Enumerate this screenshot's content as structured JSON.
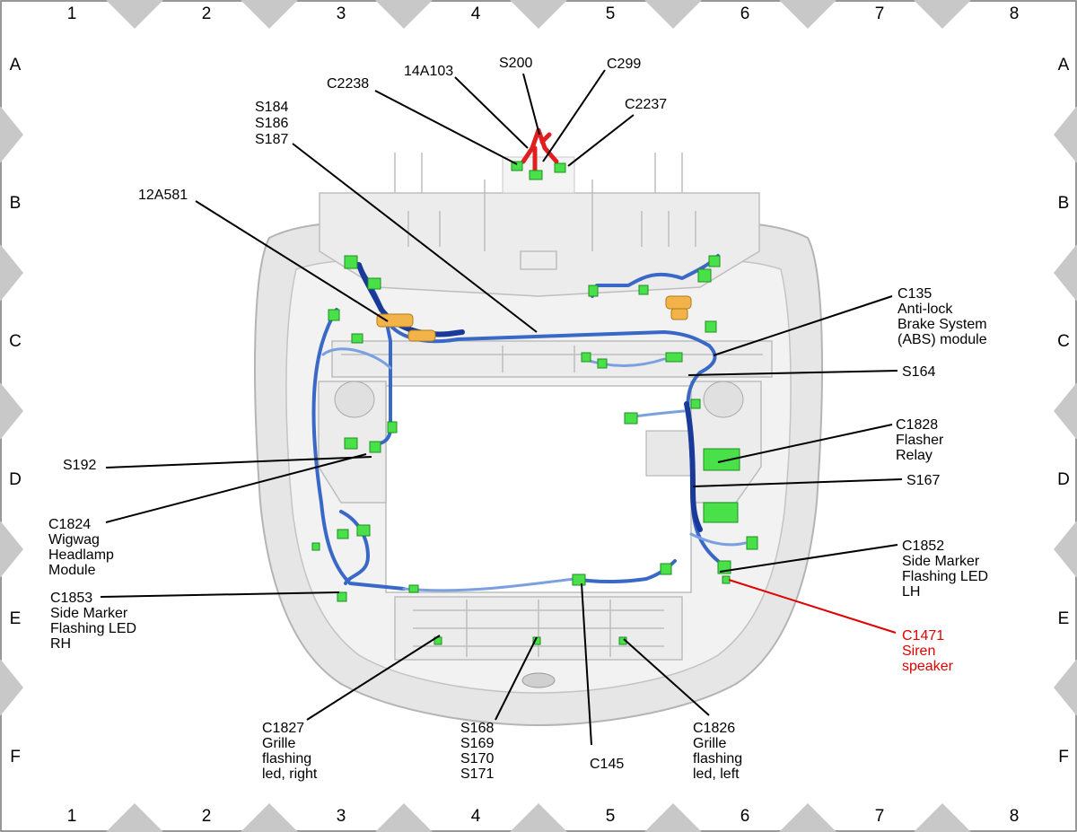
{
  "grid": {
    "columns": [
      "1",
      "2",
      "3",
      "4",
      "5",
      "6",
      "7",
      "8"
    ],
    "rows": [
      "A",
      "B",
      "C",
      "D",
      "E",
      "F"
    ]
  },
  "colors": {
    "harness": "#3a68c6",
    "harness_dark": "#1a3a9a",
    "connector": "#49e04a",
    "highlight": "#e00000",
    "sub_harness": "#e02020",
    "clip": "#f2b44a"
  },
  "labels": {
    "c2238": [
      "C2238"
    ],
    "a14a103": [
      "14A103"
    ],
    "s200": [
      "S200"
    ],
    "c299": [
      "C299"
    ],
    "c2237": [
      "C2237"
    ],
    "s184": [
      "S184",
      "S186",
      "S187"
    ],
    "a12a581": [
      "12A581"
    ],
    "c135": [
      "C135",
      "Anti-lock",
      "Brake System",
      "(ABS) module"
    ],
    "s164": [
      "S164"
    ],
    "c1828": [
      "C1828",
      "Flasher",
      "Relay"
    ],
    "s167": [
      "S167"
    ],
    "s192": [
      "S192"
    ],
    "c1824": [
      "C1824",
      "Wigwag",
      "Headlamp",
      "Module"
    ],
    "c1852": [
      "C1852",
      "Side Marker",
      "Flashing LED",
      "LH"
    ],
    "c1853": [
      "C1853",
      "Side Marker",
      "Flashing LED",
      "RH"
    ],
    "c1471": [
      "C1471",
      "Siren",
      "speaker"
    ],
    "c1827": [
      "C1827",
      "Grille",
      "flashing",
      "led, right"
    ],
    "s168": [
      "S168",
      "S169",
      "S170",
      "S171"
    ],
    "c145": [
      "C145"
    ],
    "c1826": [
      "C1826",
      "Grille",
      "flashing",
      "led, left"
    ]
  }
}
